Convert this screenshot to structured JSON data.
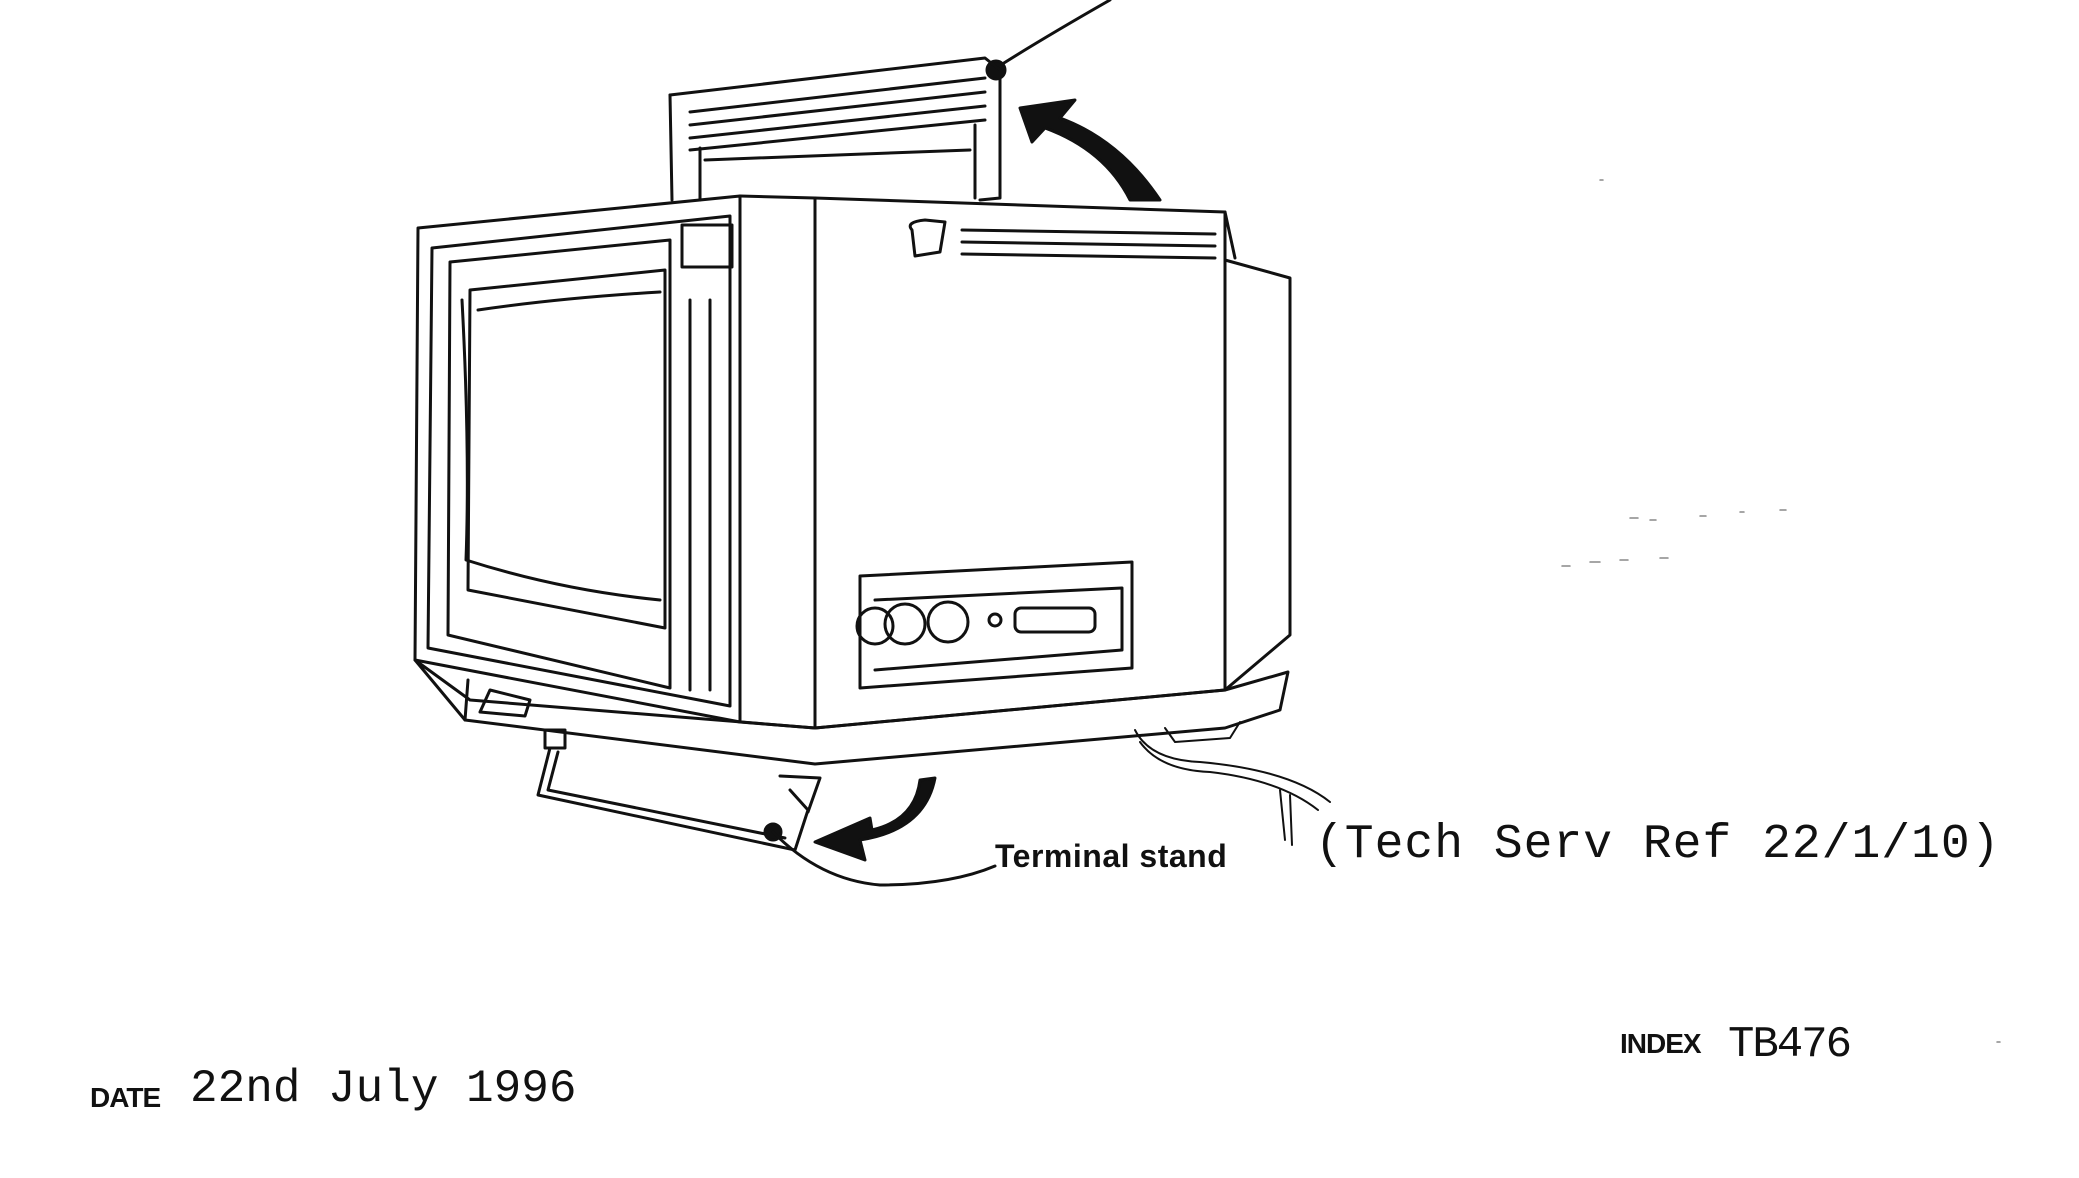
{
  "figure": {
    "callout_label": "Terminal stand"
  },
  "reference": "(Tech Serv Ref 22/1/10)",
  "footer": {
    "date_label": "DATE",
    "date_value": "22nd July 1996",
    "index_label": "INDEX",
    "index_value": "TB476"
  }
}
